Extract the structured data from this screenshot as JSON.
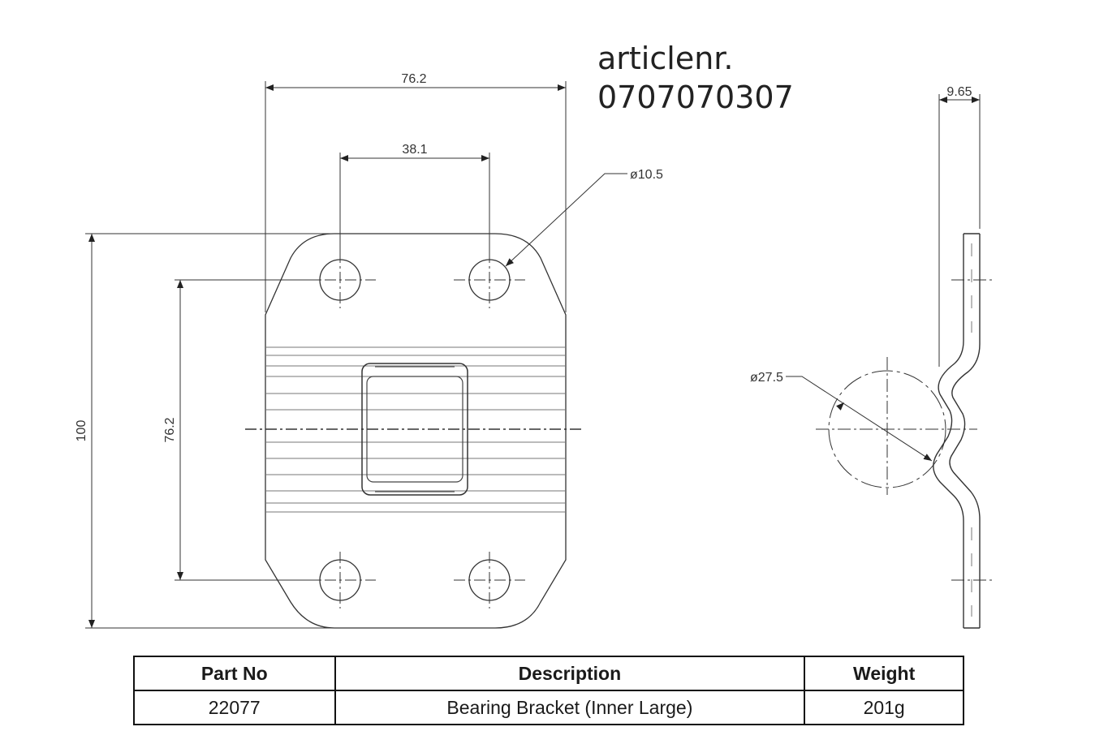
{
  "article": {
    "label": "articlenr.",
    "number": "0707070307"
  },
  "dimensions": {
    "overall_width": "76.2",
    "hole_spacing_horizontal": "38.1",
    "hole_diameter": "ø10.5",
    "overall_height": "100",
    "hole_spacing_vertical": "76.2",
    "side_thickness": "9.65",
    "bend_radius": "ø27.5"
  },
  "table": {
    "headers": [
      "Part No",
      "Description",
      "Weight"
    ],
    "rows": [
      [
        "22077",
        "Bearing Bracket (Inner Large)",
        "201g"
      ]
    ]
  }
}
